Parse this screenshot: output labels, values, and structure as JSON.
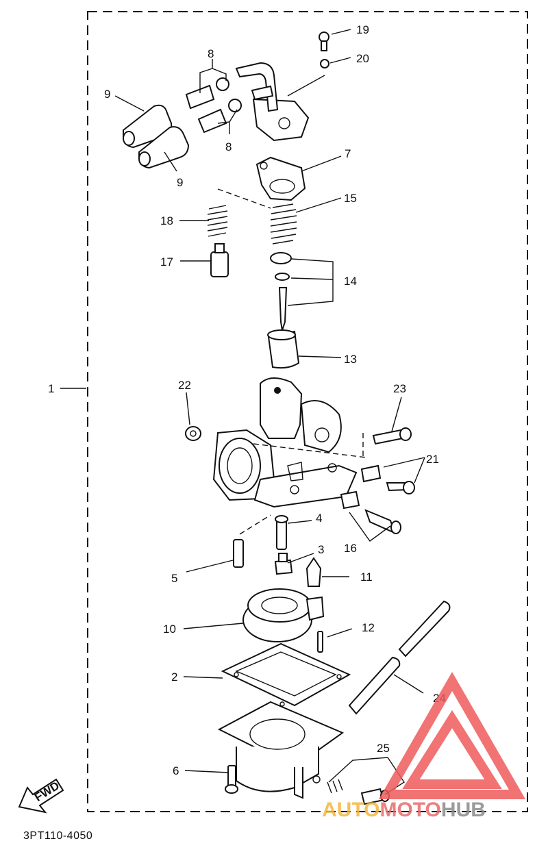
{
  "diagram": {
    "part_code": "3PT110-4050",
    "fwd_label": "FWD",
    "callouts": [
      {
        "id": "c1",
        "text": "1"
      },
      {
        "id": "c2",
        "text": "2"
      },
      {
        "id": "c3",
        "text": "3"
      },
      {
        "id": "c4",
        "text": "4"
      },
      {
        "id": "c5",
        "text": "5"
      },
      {
        "id": "c6",
        "text": "6"
      },
      {
        "id": "c7",
        "text": "7"
      },
      {
        "id": "c8a",
        "text": "8"
      },
      {
        "id": "c8b",
        "text": "8"
      },
      {
        "id": "c9a",
        "text": "9"
      },
      {
        "id": "c9b",
        "text": "9"
      },
      {
        "id": "c10",
        "text": "10"
      },
      {
        "id": "c11",
        "text": "11"
      },
      {
        "id": "c12",
        "text": "12"
      },
      {
        "id": "c13",
        "text": "13"
      },
      {
        "id": "c14",
        "text": "14"
      },
      {
        "id": "c15",
        "text": "15"
      },
      {
        "id": "c16",
        "text": "16"
      },
      {
        "id": "c17",
        "text": "17"
      },
      {
        "id": "c18",
        "text": "18"
      },
      {
        "id": "c19",
        "text": "19"
      },
      {
        "id": "c20",
        "text": "20"
      },
      {
        "id": "c21",
        "text": "21"
      },
      {
        "id": "c22",
        "text": "22"
      },
      {
        "id": "c23",
        "text": "23"
      },
      {
        "id": "c24",
        "text": "24"
      },
      {
        "id": "c25",
        "text": "25"
      }
    ]
  },
  "watermark": {
    "word_a": "AUTO",
    "word_b": "MOTO",
    "word_c": "HUB",
    "color_a": "#f5b63c",
    "color_b": "#e86a6a",
    "color_c": "#8a8a8a",
    "triangle_color": "#ef5a5a"
  }
}
